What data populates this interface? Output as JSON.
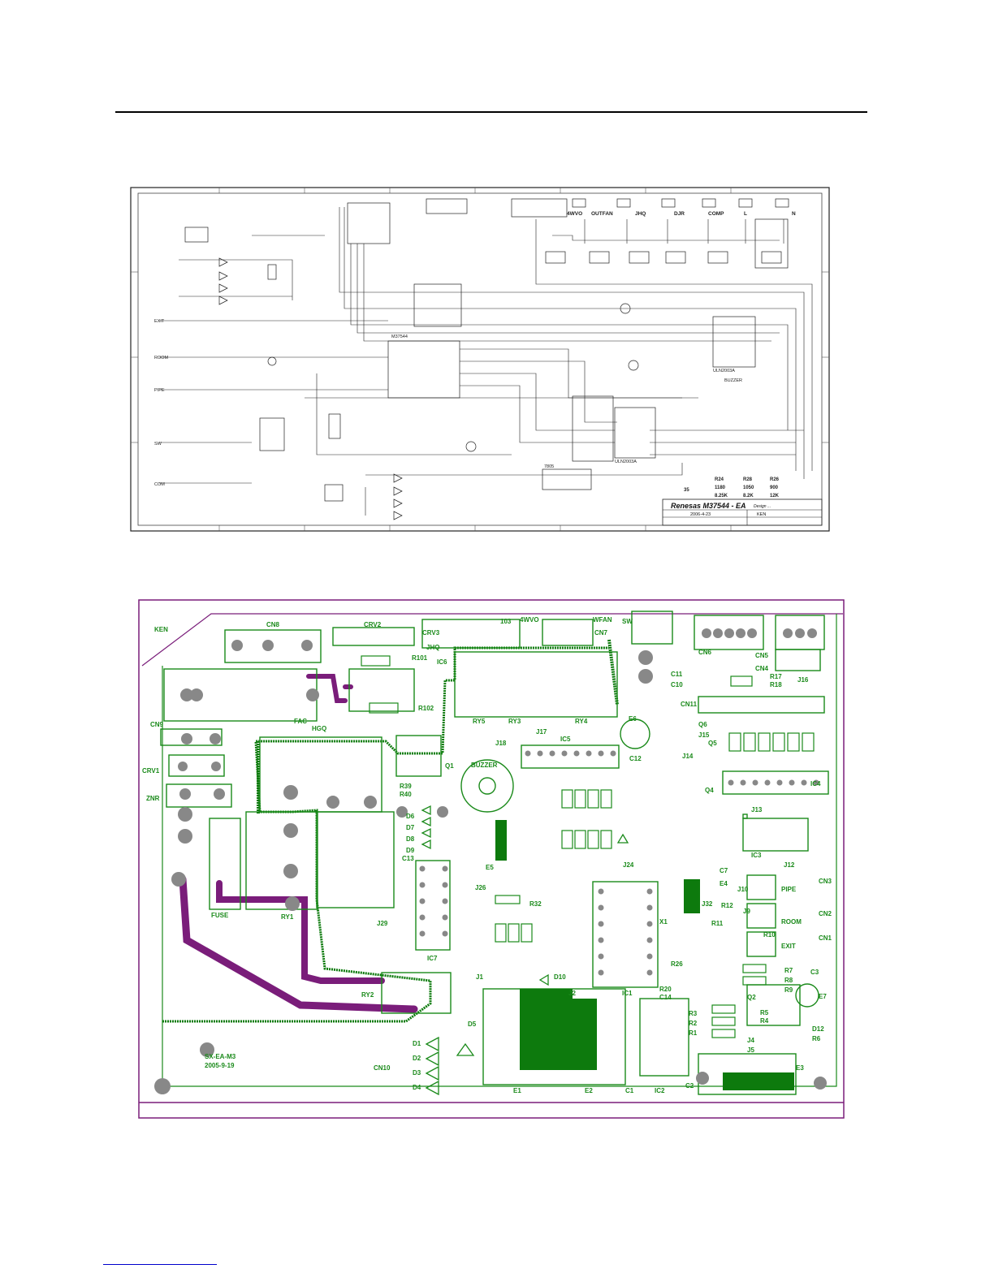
{
  "schematic": {
    "title_block": {
      "title": "Renesas M37544 - EA",
      "date": "2006-4-23",
      "drawer": "KEN",
      "label": "Design ..."
    },
    "relay_labels": [
      "4WVO",
      "OUTFAN",
      "JHQ",
      "DJR",
      "COMP",
      "L",
      "N"
    ],
    "sensor_labels": [
      "EXIT",
      "ROOM",
      "PIPE",
      "SW",
      "COM"
    ],
    "table": {
      "rows": [
        [
          "R24",
          "R28",
          "R26"
        ],
        [
          "1180",
          "1050",
          "900"
        ],
        [
          "8.25K",
          "8.2K",
          "12K"
        ]
      ],
      "first": "35"
    },
    "ic_labels": [
      "M37544",
      "ULN2003A",
      "ULN2003A",
      "7805",
      "BUZZER"
    ]
  },
  "pcb": {
    "labels": {
      "ken": "KEN",
      "cn8": "CN8",
      "crv2": "CRV2",
      "crv3": "CRV3",
      "jhq": "JHQ",
      "r101": "R101",
      "c103": "103",
      "4wvo": "4WVO",
      "wfan": "WFAN",
      "cn7": "CN7",
      "sw": "SW",
      "cn6": "CN6",
      "cn5": "CN5",
      "cn4": "CN4",
      "r17": "R17",
      "r18": "R18",
      "j16": "J16",
      "c11": "C11",
      "c10": "C10",
      "cn11": "CN11",
      "ic6": "IC6",
      "r102": "R102",
      "cn9": "CN9",
      "fac": "FAC",
      "hgq": "HGQ",
      "q1": "Q1",
      "buzzer": "BUZZER",
      "ry5": "RY5",
      "ry3": "RY3",
      "ry4": "RY4",
      "j17": "J17",
      "ic5": "IC5",
      "j18": "J18",
      "e6": "E6",
      "q6": "Q6",
      "q5": "Q5",
      "j15": "J15",
      "j14": "J14",
      "c12": "C12",
      "crv1": "CRV1",
      "znr": "ZNR",
      "r39": "R39",
      "r40": "R40",
      "ic4": "IC4",
      "q4": "Q4",
      "d6": "D6",
      "d7": "D7",
      "d8": "D8",
      "d9": "D9",
      "c13": "C13",
      "e5": "E5",
      "j13": "J13",
      "ic3": "IC3",
      "j12": "J12",
      "fuse": "FUSE",
      "ry1": "RY1",
      "j26": "J26",
      "r32": "R32",
      "j29": "J29",
      "ic7": "IC7",
      "j24": "J24",
      "c7": "C7",
      "e4": "E4",
      "j10": "J10",
      "j9": "J9",
      "cn3": "CN3",
      "pipe": "PIPE",
      "cn2": "CN2",
      "room": "ROOM",
      "cn1": "CN1",
      "exit": "EXIT",
      "j32": "J32",
      "r12": "R12",
      "r11": "R11",
      "r10": "R10",
      "x1": "X1",
      "ic1": "IC1",
      "j1": "J1",
      "d10": "D10",
      "ry2": "RY2",
      "r26": "R26",
      "r20": "R20",
      "c14": "C14",
      "r7": "R7",
      "r8": "R8",
      "r9": "R9",
      "q2": "Q2",
      "e7": "E7",
      "c3": "C3",
      "r3": "R3",
      "r2": "R2",
      "r1": "R1",
      "r5": "R5",
      "r4": "R4",
      "d12": "D12",
      "r6": "R6",
      "d5": "D5",
      "d1": "D1",
      "d2": "D2",
      "d3": "D3",
      "d4": "D4",
      "cn10": "CN10",
      "e1": "E1",
      "e2": "E2",
      "c1": "C1",
      "ic2": "IC2",
      "c2": "C2",
      "e3": "E3",
      "j4": "J4",
      "j5": "J5",
      "j2": "J2"
    },
    "board_code": "SX-EA-M3",
    "board_date": "2005-9-19"
  },
  "colors": {
    "pcb_green": "#1a8a1a",
    "pcb_fill": "#0d7a0d",
    "pcb_purple": "#7a1d7a",
    "schem_line": "#222222",
    "page_bg": "#ffffff"
  }
}
